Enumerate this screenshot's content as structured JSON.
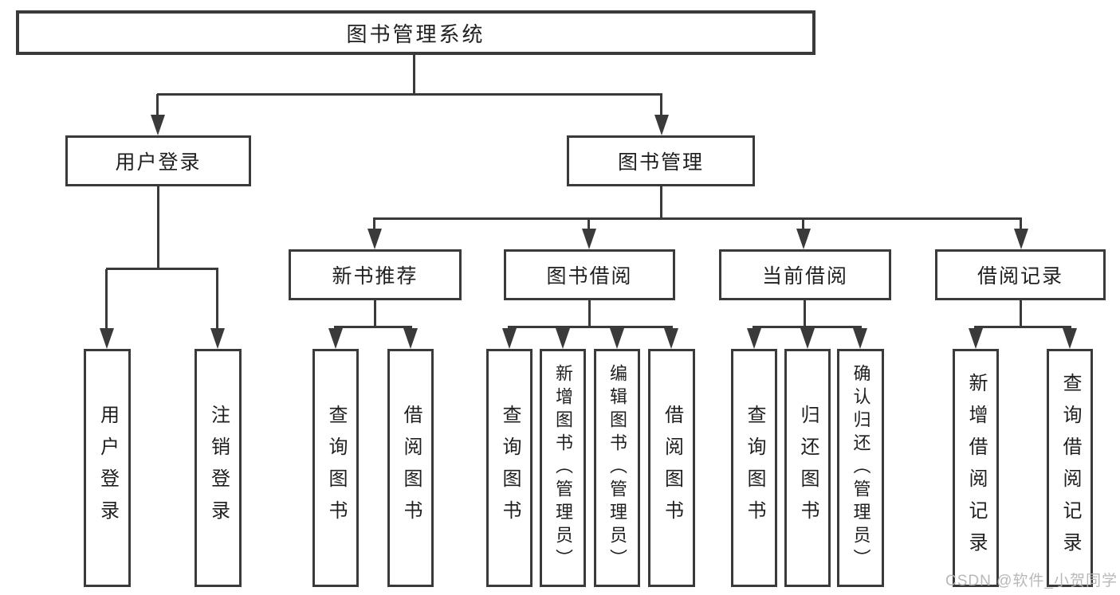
{
  "diagram": {
    "line_color": "#3a3a3a",
    "text_color": "#1f1f1f",
    "watermark": "CSDN @软件_小贺同学",
    "root": {
      "label": "图书管理系统"
    },
    "branches": [
      {
        "label": "用户登录",
        "children": [
          {
            "label": "用户登录"
          },
          {
            "label": "注销登录"
          }
        ]
      },
      {
        "label": "图书管理",
        "children": [
          {
            "label": "新书推荐",
            "children": [
              {
                "label": "查询图书"
              },
              {
                "label": "借阅图书"
              }
            ]
          },
          {
            "label": "图书借阅",
            "children": [
              {
                "label": "查询图书"
              },
              {
                "label": "新增图书（管理员）"
              },
              {
                "label": "编辑图书（管理员）"
              },
              {
                "label": "借阅图书"
              }
            ]
          },
          {
            "label": "当前借阅",
            "children": [
              {
                "label": "查询图书"
              },
              {
                "label": "归还图书"
              },
              {
                "label": "确认归还（管理员）"
              }
            ]
          },
          {
            "label": "借阅记录",
            "children": [
              {
                "label": "新增借阅记录"
              },
              {
                "label": "查询借阅记录"
              }
            ]
          }
        ]
      }
    ]
  }
}
